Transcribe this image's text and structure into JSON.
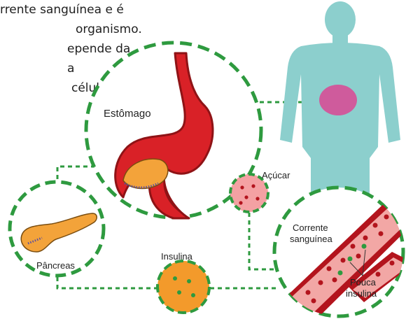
{
  "intro_text": [
    "rrente sanguínea e é",
    "organismo.",
    "epende da",
    "a",
    "células"
  ],
  "labels": {
    "stomach": "Estômago",
    "sugar": "Açúcar",
    "pancreas": "Pâncreas",
    "insulin": "Insulina",
    "bloodstream_line1": "Corrente",
    "bloodstream_line2": "sanguínea",
    "little_insulin_line1": "Pouca",
    "little_insulin_line2": "insulina"
  },
  "colors": {
    "dashed_border": "#2e9a3f",
    "body_silhouette": "#8ccfcd",
    "stomach": "#d92127",
    "stomach_dark": "#8f1316",
    "pancreas": "#f3a33a",
    "insulin_dot": "#2e9a3f",
    "blood_cell": "#b3141d"
  }
}
